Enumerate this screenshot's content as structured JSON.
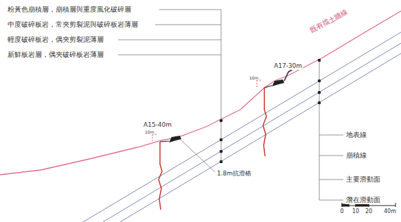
{
  "diagram": {
    "labels": [
      "粉黃色崩積層，崩積層與重度風化破碎層",
      "中度破碎板岩，常夾剪裂泥與破碎板岩薄層",
      "輕度破碎板岩，偶夾剪裂泥薄層",
      "新鮮板岩層，偶夾破碎板岩薄層",
      "既有擋土牆線",
      "A17-30m",
      "A15-40m",
      "10m",
      "10m",
      "1.8m抗滑樁",
      "地表線",
      "崩積線",
      "主要滑動面",
      "潛在滑動面",
      "0",
      "10",
      "20",
      "40m"
    ]
  }
}
